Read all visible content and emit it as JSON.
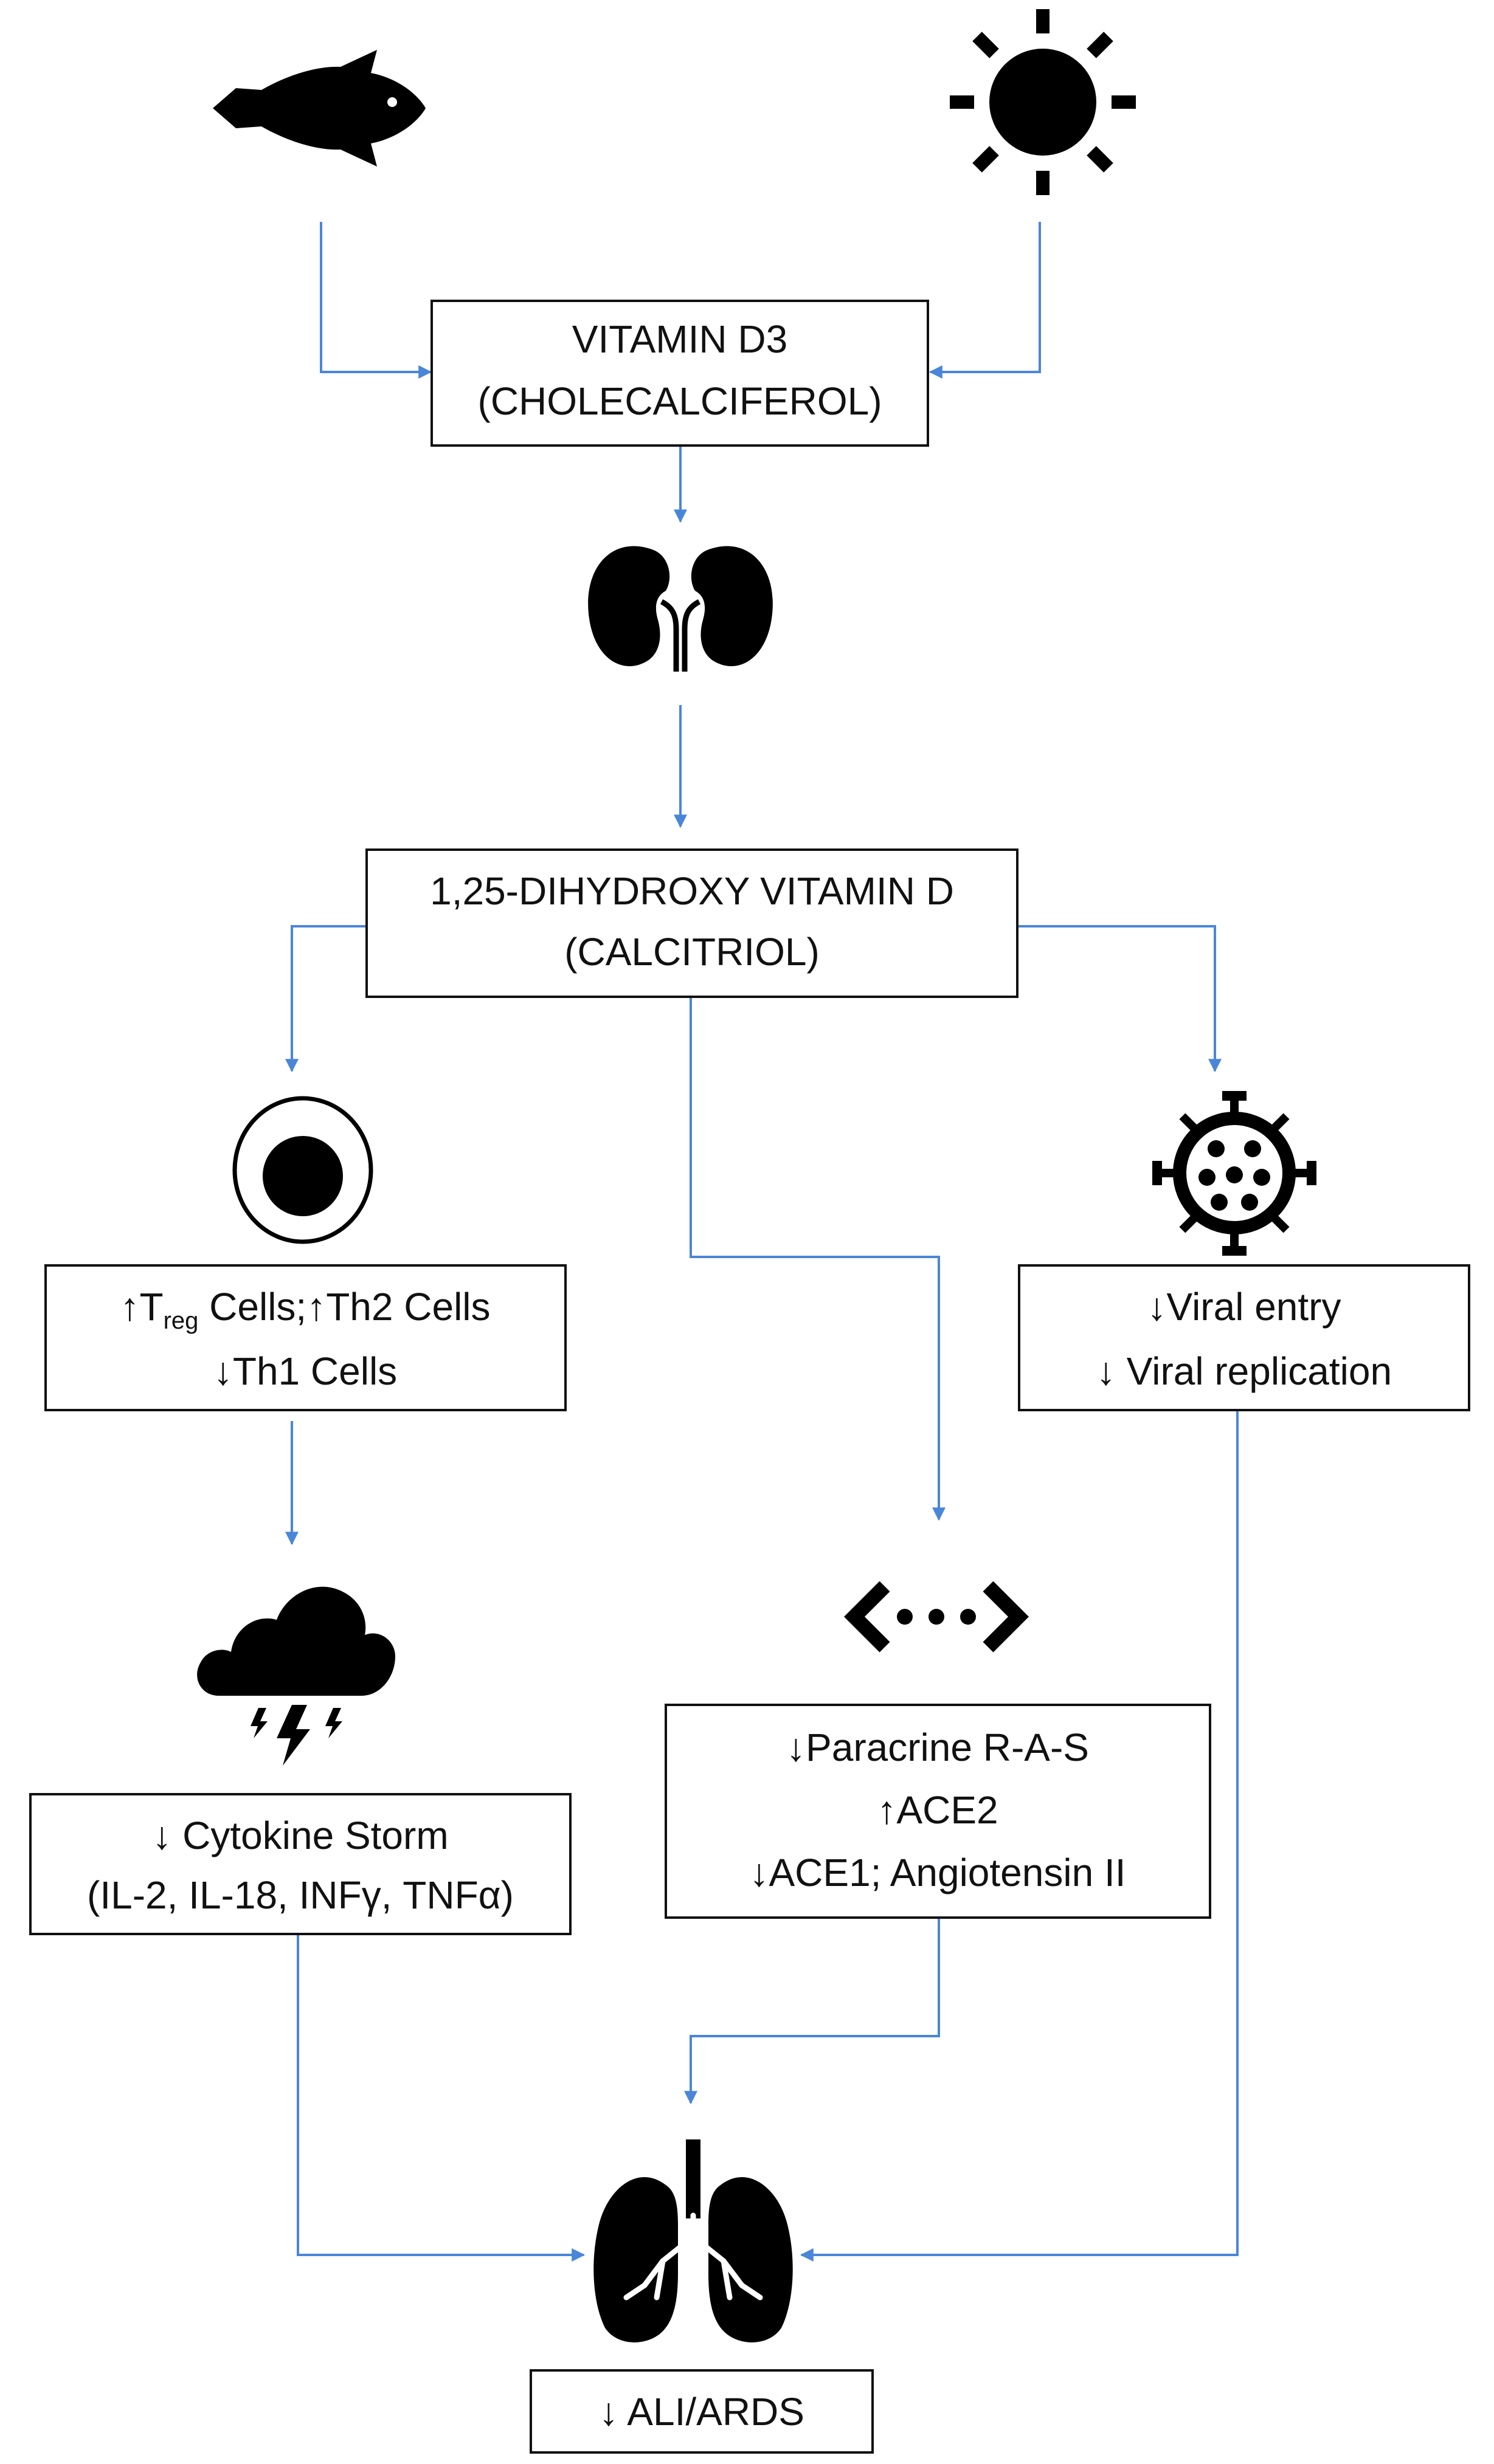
{
  "boxes": {
    "vitamin_d3": {
      "line1": "VITAMIN D3",
      "line2": "(CHOLECALCIFEROL)"
    },
    "calcitriol": {
      "line1": "1,25-DIHYDROXY VITAMIN D",
      "line2": "(CALCITRIOL)"
    },
    "t_cells": {
      "line1_a": "↑T",
      "line1_sub": "reg",
      "line1_b": " Cells;↑Th2 Cells",
      "line2": "↓Th1 Cells"
    },
    "viral": {
      "line1": "↓Viral entry",
      "line2": "↓ Viral replication"
    },
    "cytokine": {
      "line1": "↓ Cytokine Storm",
      "line2": "(IL-2, IL-18, INFγ, TNFα)"
    },
    "ras": {
      "line1": "↓Paracrine R-A-S",
      "line2": "↑ACE2",
      "line3": "↓ACE1; Angiotensin II"
    },
    "ali": {
      "line1": "↓ ALI/ARDS"
    }
  },
  "icons": {
    "fish": "fish-icon",
    "sun": "sun-icon",
    "kidney": "kidneys-icon",
    "cell": "cell-icon",
    "virus": "virus-icon",
    "storm": "storm-cloud-icon",
    "code": "code-brackets-icon",
    "lungs": "lungs-icon"
  },
  "colors": {
    "arrow": "#4a86d8",
    "box_border": "#111111",
    "icon": "#000000"
  }
}
